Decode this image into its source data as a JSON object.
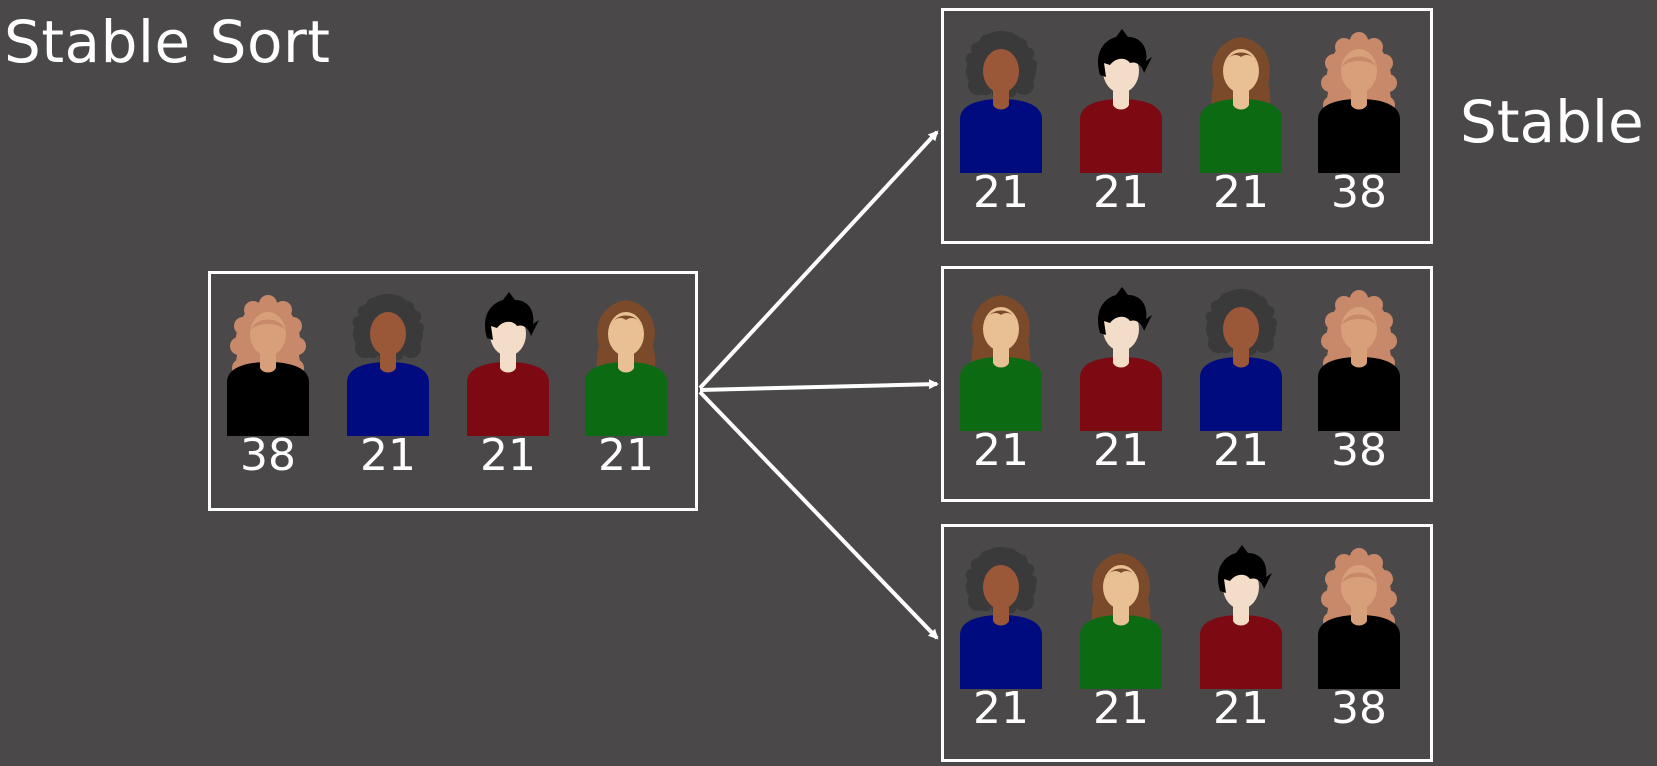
{
  "title": "Stable Sort",
  "label": "Stable",
  "colors": {
    "background": "#4a4849",
    "foreground": "#ffffff"
  },
  "people": {
    "curly_redhead": {
      "hair": "#c8896a",
      "skin": "#d7a07a",
      "shirt": "#000000",
      "style": "curly-long"
    },
    "afro_man": {
      "hair": "#3a3a3a",
      "skin": "#9a5838",
      "shirt": "#000b80",
      "style": "afro"
    },
    "black_hair": {
      "hair": "#000000",
      "skin": "#f3dcc8",
      "shirt": "#7d0a12",
      "style": "spiky"
    },
    "long_brown": {
      "hair": "#7a4a2a",
      "skin": "#e8c093",
      "shirt": "#0b6a12",
      "style": "long-wavy"
    }
  },
  "input": [
    {
      "person": "curly_redhead",
      "age": "38"
    },
    {
      "person": "afro_man",
      "age": "21"
    },
    {
      "person": "black_hair",
      "age": "21"
    },
    {
      "person": "long_brown",
      "age": "21"
    }
  ],
  "outputs": [
    [
      {
        "person": "afro_man",
        "age": "21"
      },
      {
        "person": "black_hair",
        "age": "21"
      },
      {
        "person": "long_brown",
        "age": "21"
      },
      {
        "person": "curly_redhead",
        "age": "38"
      }
    ],
    [
      {
        "person": "long_brown",
        "age": "21"
      },
      {
        "person": "black_hair",
        "age": "21"
      },
      {
        "person": "afro_man",
        "age": "21"
      },
      {
        "person": "curly_redhead",
        "age": "38"
      }
    ],
    [
      {
        "person": "afro_man",
        "age": "21"
      },
      {
        "person": "long_brown",
        "age": "21"
      },
      {
        "person": "black_hair",
        "age": "21"
      },
      {
        "person": "curly_redhead",
        "age": "38"
      }
    ]
  ]
}
